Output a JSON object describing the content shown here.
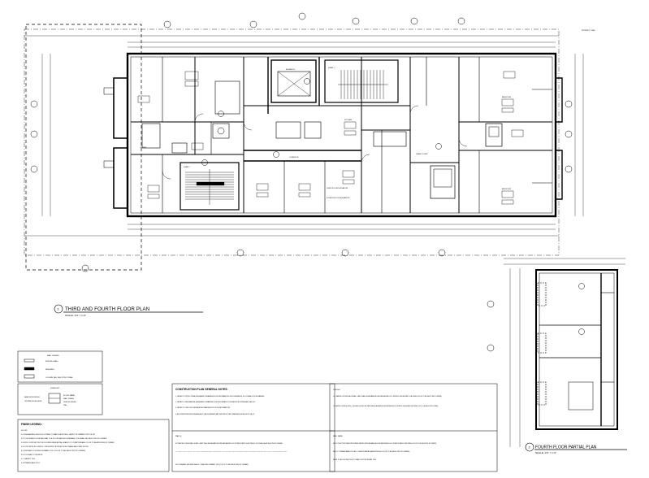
{
  "plan_main": {
    "number": "1",
    "title": "THIRD AND FOURTH FLOOR PLAN",
    "scale": "SCALE: 1/4\" = 1'-0\""
  },
  "plan_partial": {
    "number": "2",
    "title": "FOURTH FLOOR PARTIAL PLAN",
    "scale": "SCALE: 1/4\" = 1'-0\""
  },
  "labels": {
    "property_line": "PROPERTY LINE",
    "elevator": "ELEVATOR",
    "corridor": "CORRIDOR",
    "third_floor_elev": "THIRD FLOOR ELEVATION",
    "fourth_floor_elev": "FOURTH FLOOR ELEVATION",
    "bedroom": "BEDROOM",
    "kitchen": "KITCHEN",
    "closet": "CLOSET",
    "linen_closet": "LINEN CLOSET",
    "stair_1": "STAIR 1",
    "stair_2": "STAIR 2"
  },
  "wall_legend": {
    "title": "WALL LEGEND",
    "items": [
      "EXISTING WALL",
      "NEW WALL",
      "COLUMN TAG, SEE STRUCTURAL"
    ]
  },
  "finish_key": {
    "title": "FINISH KEY",
    "left": [
      "BASE MOULDINGS",
      "CROWN MOULDINGS"
    ],
    "right": [
      "FLOOR NAME",
      "WALL FINISH",
      "CEILING FINISH",
      "TBD"
    ]
  },
  "finish_legend": {
    "title": "FINISH LEGEND:",
    "floor_heading": "FLOOR:",
    "lines": [
      "F-1 ENGINEERED WOOD FLOORING TO MATCH EXISTING. VERIFY W/ OWNER FOR COLOR",
      "F-2 PORCELAIN 1X1 HEXAGONAL TILE FLOOR BATHROOM AREAS. TILE SHALL BE SELECTED BY OWNER",
      "F-3 VINYL COMPOSITION TILE FLOORING RESIDENTIAL GRADE 12 X 12 (PATTERN AND COLOR TO BE APPROVED BY OWNER)",
      "F-4 CONCRETE FLOORING CONCENTRIC BORDER IN STORAGE AND PUMP ROOM",
      "F-5 SHOWER FLOORING CERAMIC TILE (COLOR TO BE SELECTED BY OWNER)",
      "F-6 POLISHED CONCRETE",
      "F-7 CARPET TILE",
      "F-8 STAINED AND POLY"
    ]
  },
  "general_notes": {
    "title": "CONSTRUCTION PLAN GENERAL NOTES:",
    "notes": [
      "1. REFER TO STRUCTURAL ENGINEER'S DRAWINGS FOR INFORMATION ON FOUNDATION, FLOOR AND ROOF FRAMING.",
      "2. REFER TO MECHANICAL ENGINEER'S DRAWINGS FOR INFORMATION ON MEP/FP SYSTEMS AND LAYOUT.",
      "3. REFER TO THE CIVIL ENGINEER'S DRAWINGS FOR SITE INFORMATION.",
      "4. ALL INTERIOR BUILDING FINISHES ARE TO BE DETERMINED AND SUPPLIED BY THE OWNER AND INSTALLED BY THE GC."
    ]
  },
  "walls_block": {
    "title": "WALLS:",
    "lines": [
      "W-1 PAINTED GYPSUM WALL BOARD - PAINT SHALL BE BENJAMIN MOORE NATURA ZERO-VOC INTERIOR PAINT, FLAT FINISH (COLOR SHALL BE AS SELECTED BY OWNER).",
      "W-2 PAINTED GYPSUM WALL BOARD - WET AREAS SHALL BE MOISTURE RESISTANT GYPSUM BOARD AND PAINT SHALL BE BY BENJAMIN MOORE NATURA ZERO-VOC INTERIOR PAINT, EGGSHELL FINISH (COLOR SHALL BE AS SELECTED BY OWNER).",
      "W-3 TUBE AND SHOWER WALLS - SHALL BE CERAMIC TILE (COLOR TO BE SELECTED BY OWNER)."
    ]
  },
  "ceiling_block": {
    "title": "CEILING:",
    "lines": [
      "CL-1 PAINTED GYPSUM WALL BOARD - PAINT SHALL BE BENJAMIN MOORE NATURA ZERO-VOC INTERIOR CEILING PAINT, FLAT FINISH (COLOR TO BE SELECTED BY OWNER).",
      "CL-2 PAINTED CONCRETE CEILING - ONE LAYER OF SKIM COAT, PAINT SHALL BE BENJAMIN MOORE NATURA ZERO-VOC INTERIOR CEILING PAINT, FLAT FINISH (COLOR TO BE SELECTED BY OWNER)."
    ]
  },
  "wall_base_block": {
    "title": "WALL BASE:",
    "lines": [
      "WB-1 1/4\" FACTORY FINISH PRE-PRIMED PAINTED WITH BENJAMIN MOORE NATURA ZERO-VOC INTERIOR PAINT, FLAT FINISH (COLOR TO BE SELECTED BY OWNER).",
      "WB-2 4\" RUBBER BASE FOR ALL COMMON AREAS (ARMSTRONG-COLOR TO BE SELECTED BY OWNER).",
      "WB-3 4\" BULLNOSE TILE TO MATCH PORCELAIN TILE"
    ]
  }
}
